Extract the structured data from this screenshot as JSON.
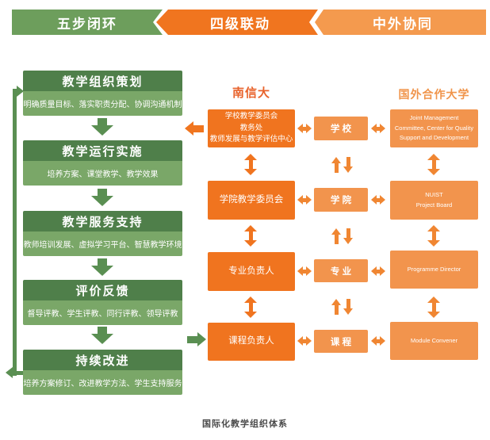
{
  "banners": [
    {
      "label": "五步闭环"
    },
    {
      "label": "四级联动"
    },
    {
      "label": "中外协同"
    }
  ],
  "loop": {
    "steps": [
      {
        "title": "教学组织策划",
        "subtitle": "明确质量目标、落实职责分配、协调沟通机制"
      },
      {
        "title": "教学运行实施",
        "subtitle": "培养方案、课堂教学、教学效果"
      },
      {
        "title": "教学服务支持",
        "subtitle": "教师培训发展、虚拟学习平台、智慧教学环境"
      },
      {
        "title": "评价反馈",
        "subtitle": "督导评教、学生评教、同行评教、领导评教"
      },
      {
        "title": "持续改进",
        "subtitle": "培养方案修订、改进教学方法、学生支持服务"
      }
    ]
  },
  "matrix": {
    "nuist_header": "南信大",
    "foreign_header": "国外合作大学",
    "rows": [
      {
        "nuist": "学校教学委员会\n教务处\n教师发展与教学评估中心",
        "tier": "学 校",
        "foreign": "Joint Management\nCommittee, Center for Quality\nSupport and Development"
      },
      {
        "nuist": "学院教学委员会",
        "tier": "学 院",
        "foreign": "NUIST\nProject Board"
      },
      {
        "nuist": "专业负责人",
        "tier": "专 业",
        "foreign": "Programme Director"
      },
      {
        "nuist": "课程负责人",
        "tier": "课 程",
        "foreign": "Module Convener"
      }
    ]
  },
  "caption": "国际化教学组织体系",
  "colors": {
    "banner_green": "#6d9e5c",
    "banner_orange": "#f0751f",
    "banner_light_orange": "#f49a4e",
    "step_title_bg": "#4f7f4a",
    "step_subtitle_bg": "#7aa768",
    "green_arrow": "#5a8f52",
    "nuist_box_bg": "#f0741f",
    "tier_box_bg": "#f2944d",
    "foreign_box_bg": "#f2944d",
    "orange_arrow": "#f08632",
    "nuist_header_color": "#e8632c",
    "foreign_header_color": "#f0944a",
    "caption_color": "#4a4a4a"
  }
}
